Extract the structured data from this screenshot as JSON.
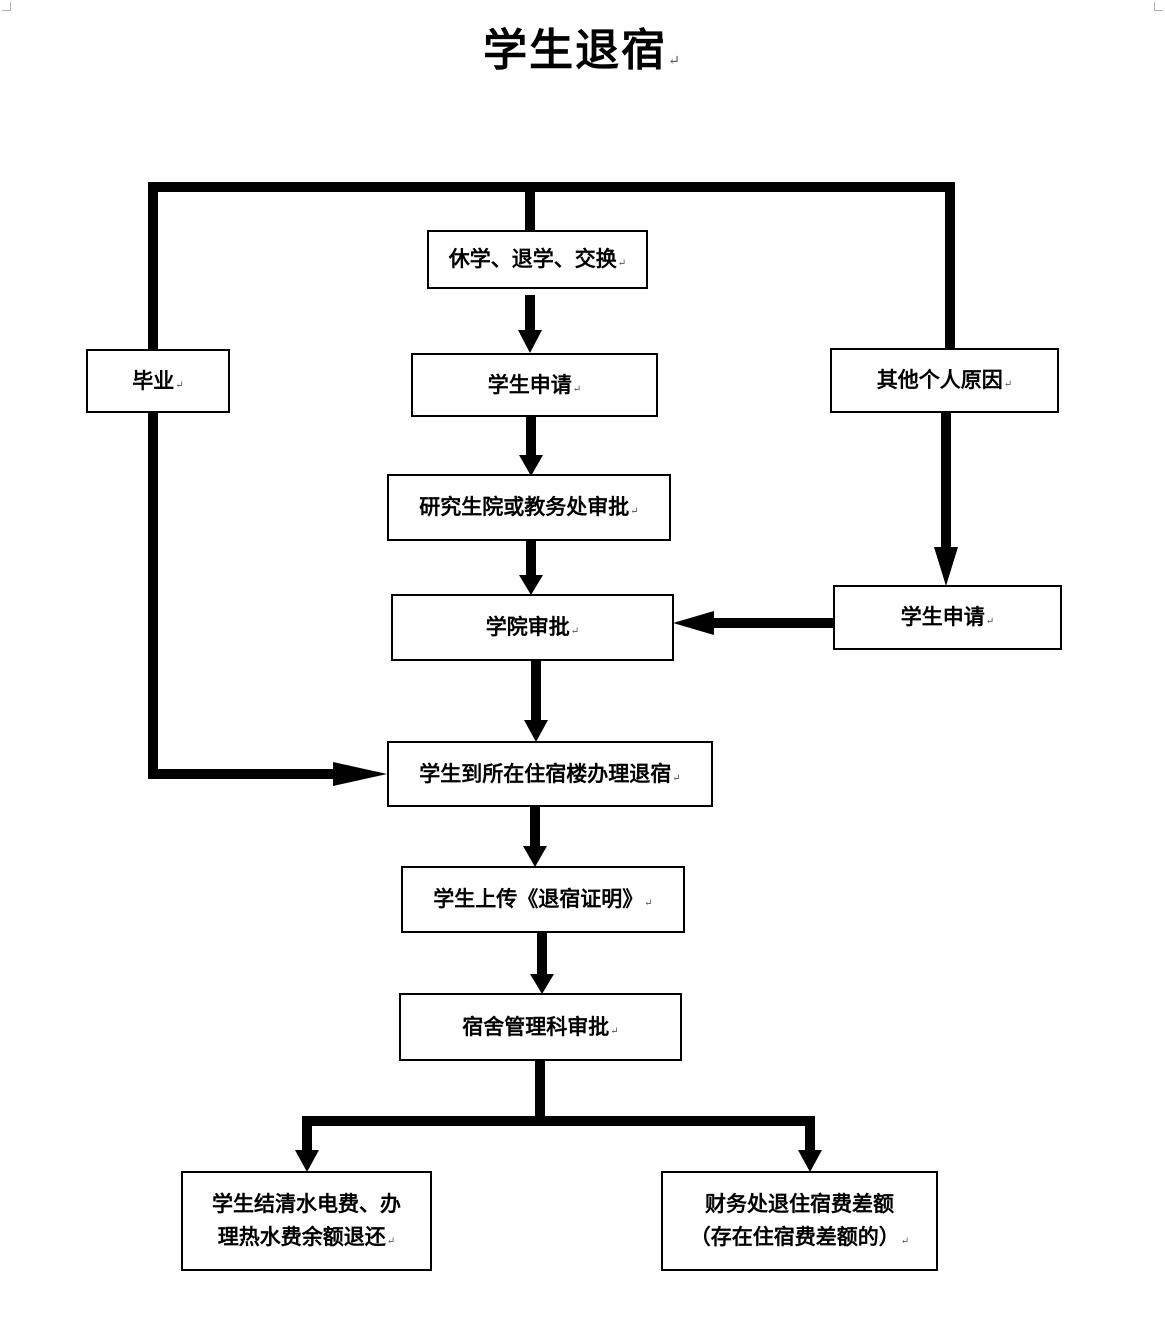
{
  "title": "学生退宿",
  "nodes": {
    "transfer": "休学、退学、交换",
    "graduate": "毕业",
    "apply_center": "学生申请",
    "other_reason": "其他个人原因",
    "grad_office": "研究生院或教务处审批",
    "apply_right": "学生申请",
    "college": "学院审批",
    "dorm_checkout": "学生到所在住宿楼办理退宿",
    "upload_cert": "学生上传《退宿证明》",
    "dorm_mgmt": "宿舍管理科审批",
    "settle_line1": "学生结清水电费、办",
    "settle_line2": "理热水费余额退还",
    "refund_line1": "财务处退住宿费差额",
    "refund_line2": "（存在住宿费差额的）"
  },
  "paragraph_mark": "↵"
}
